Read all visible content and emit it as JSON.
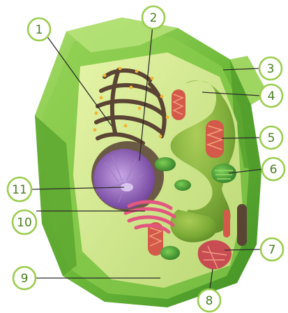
{
  "diagram": {
    "callouts": [
      {
        "id": "c1",
        "label": "1"
      },
      {
        "id": "c2",
        "label": "2"
      },
      {
        "id": "c3",
        "label": "3"
      },
      {
        "id": "c4",
        "label": "4"
      },
      {
        "id": "c5",
        "label": "5"
      },
      {
        "id": "c6",
        "label": "6"
      },
      {
        "id": "c7",
        "label": "7"
      },
      {
        "id": "c8",
        "label": "8"
      },
      {
        "id": "c9",
        "label": "9"
      },
      {
        "id": "c10",
        "label": "10"
      },
      {
        "id": "c11",
        "label": "11"
      }
    ],
    "colors": {
      "cell_wall": "#7cc241",
      "cytoplasm": "#c9e486",
      "vacuole": "#7fae34",
      "nucleus": "#8a5bb0",
      "golgi": "#e2577f",
      "er": "#5a4434",
      "mitochondria": "#d35a4a",
      "chloroplast": "#4f9b36",
      "callout_ring": "#9bcc4e",
      "callout_text": "#4a7d1e"
    }
  }
}
